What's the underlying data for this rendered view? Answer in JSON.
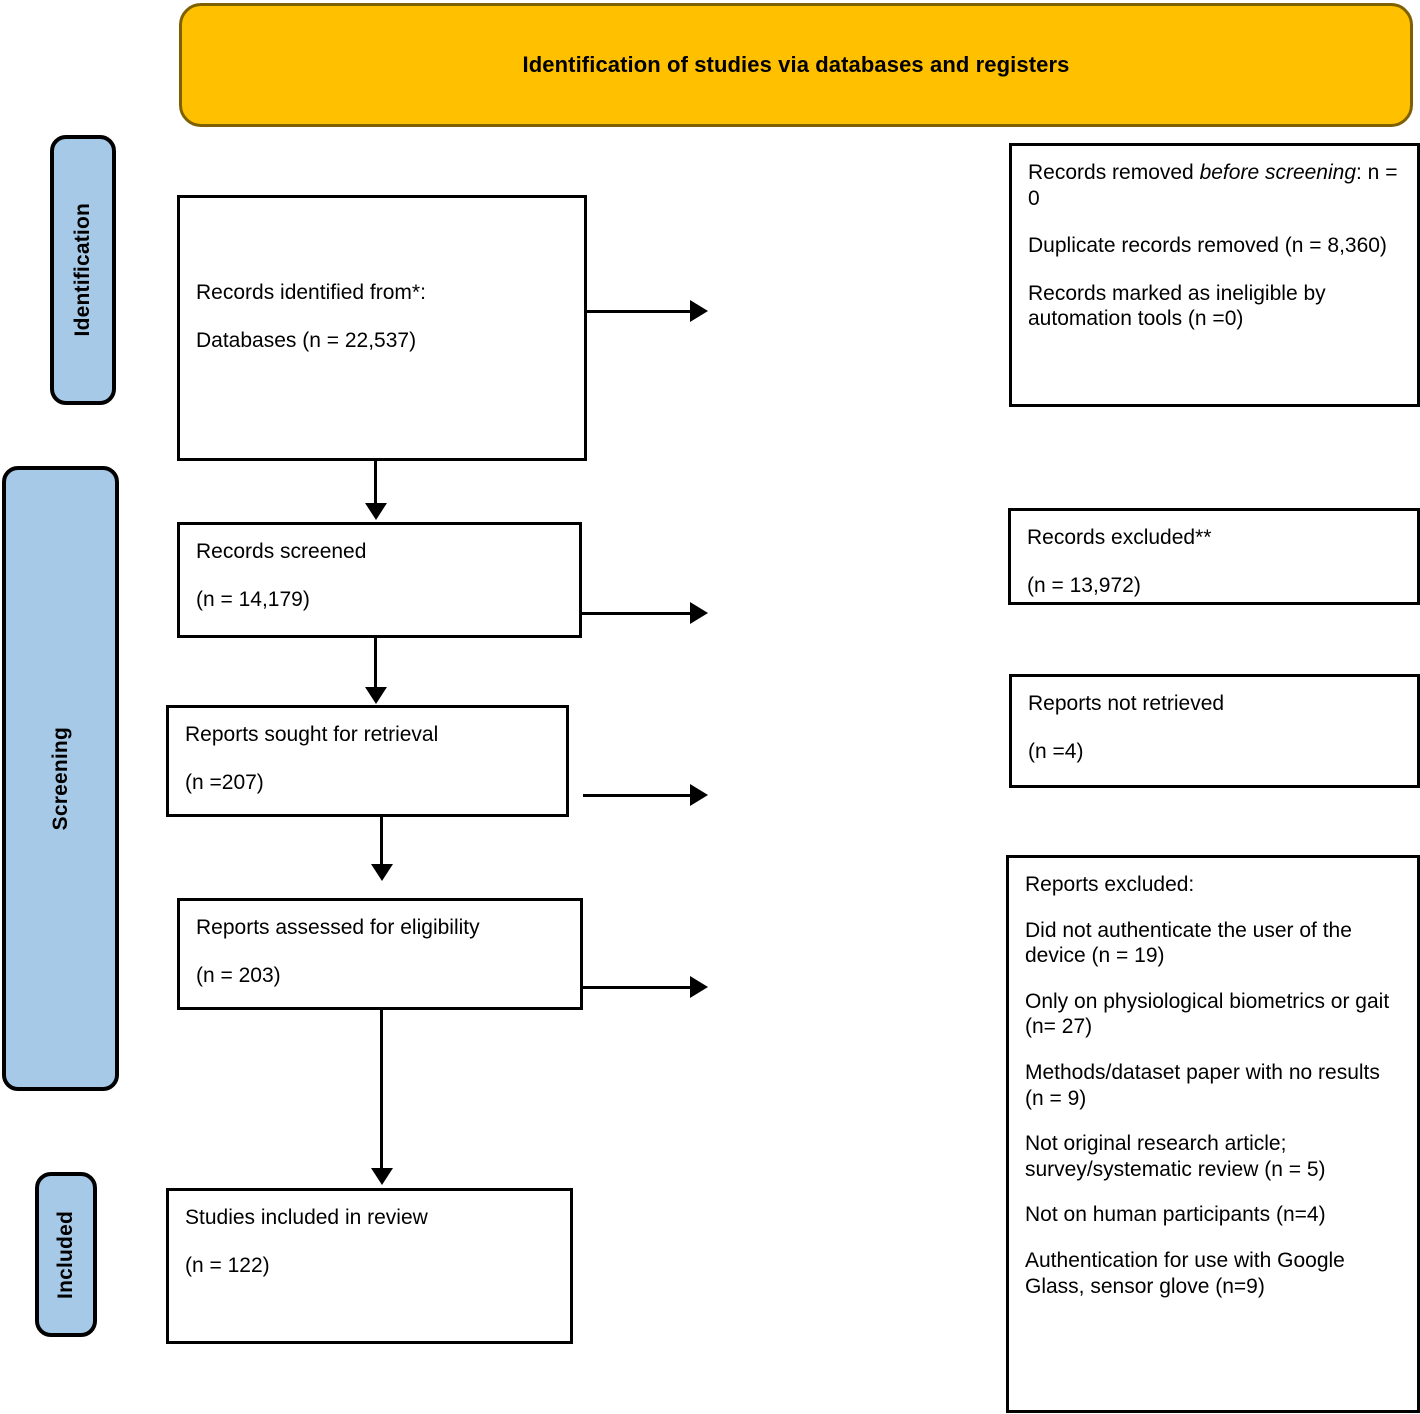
{
  "banner": {
    "title": "Identification of studies via databases and registers"
  },
  "stages": [
    {
      "id": "identification",
      "label": "Identification"
    },
    {
      "id": "screening",
      "label": "Screening"
    },
    {
      "id": "included",
      "label": "Included"
    }
  ],
  "flow": {
    "identified": {
      "line1": "Records identified from*:",
      "line2": "Databases (n = 22,537)"
    },
    "screened": {
      "line1": "Records screened",
      "line2": "(n = 14,179)"
    },
    "sought": {
      "line1": "Reports sought for retrieval",
      "line2": "(n =207)"
    },
    "assessed": {
      "line1": "Reports assessed for eligibility",
      "line2": "(n = 203)"
    },
    "included": {
      "line1": "Studies included in review",
      "line2": "(n = 122)"
    }
  },
  "side": {
    "removed": {
      "line1_plain_a": "Records removed ",
      "line1_italic": "before screening",
      "line1_plain_b": ": n = 0",
      "line2": "Duplicate records removed (n = 8,360)",
      "line3": "Records marked as ineligible by automation tools (n =0)"
    },
    "records_excluded": {
      "line1": "Records excluded**",
      "line2": "(n = 13,972)"
    },
    "not_retrieved": {
      "line1": "Reports not retrieved",
      "line2": "(n =4)"
    },
    "reports_excluded": {
      "heading": "Reports excluded:",
      "reasons": [
        "Did not authenticate the user of the device (n = 19)",
        "Only on physiological biometrics or gait (n= 27)",
        "Methods/dataset paper with no results (n = 9)",
        "Not original research article; survey/systematic review (n = 5)",
        "Not on human participants (n=4)",
        "Authentication for use with Google Glass, sensor glove (n=9)"
      ]
    }
  },
  "colors": {
    "banner_fill": "#FFC000",
    "banner_border": "#7F6000",
    "stage_fill": "#A6C9E8",
    "box_border": "#000000",
    "box_fill": "#FFFFFF"
  }
}
